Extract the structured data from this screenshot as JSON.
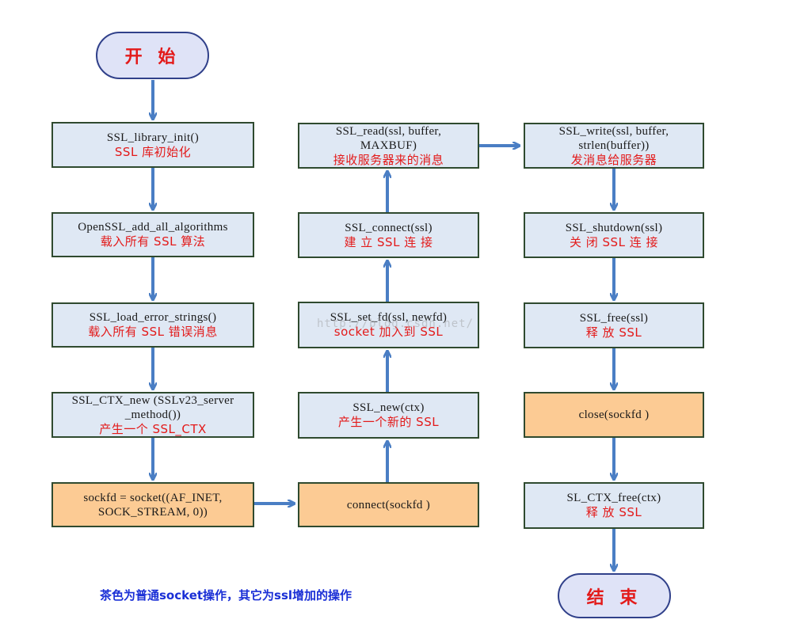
{
  "start_label": "开 始",
  "end_label": "结 束",
  "steps": {
    "library_init": {
      "code": "SSL_library_init()",
      "note": "SSL 库初始化"
    },
    "add_all_algorithms": {
      "code": "OpenSSL_add_all_algorithms",
      "note": "载入所有 SSL 算法"
    },
    "load_error_strings": {
      "code": "SSL_load_error_strings()",
      "note": "载入所有 SSL 错误消息"
    },
    "ctx_new": {
      "code_line1": "SSL_CTX_new (SSLv23_server",
      "code_line2": "_method())",
      "note": "产生一个 SSL_CTX"
    },
    "socket": {
      "code_line1": "sockfd = socket((AF_INET,",
      "code_line2": "SOCK_STREAM, 0))"
    },
    "connect": {
      "code": "connect(sockfd )"
    },
    "ssl_new": {
      "code": "SSL_new(ctx)",
      "note": "产生一个新的 SSL"
    },
    "set_fd": {
      "code": "SSL_set_fd(ssl, newfd)",
      "note": "socket 加入到 SSL"
    },
    "ssl_connect": {
      "code": "SSL_connect(ssl)",
      "note": "建 立 SSL 连 接"
    },
    "ssl_read": {
      "code_line1": "SSL_read(ssl, buffer,",
      "code_line2": "MAXBUF)",
      "note": "接收服务器来的消息"
    },
    "ssl_write": {
      "code_line1": "SSL_write(ssl, buffer,",
      "code_line2": "strlen(buffer))",
      "note": "发消息给服务器"
    },
    "shutdown": {
      "code": "SSL_shutdown(ssl)",
      "note": "关 闭 SSL 连 接"
    },
    "ssl_free": {
      "code": "SSL_free(ssl)",
      "note": "释 放 SSL"
    },
    "close": {
      "code": "close(sockfd )"
    },
    "ctx_free": {
      "code": "SL_CTX_free(ctx)",
      "note": "释 放 SSL"
    }
  },
  "footnote": "茶色为普通socket操作，其它为ssl增加的操作",
  "watermark": "http://blog.csdn.net/",
  "colors": {
    "box_fill": "#dfe8f4",
    "socket_box_fill": "#fccb94",
    "box_border": "#2f4a2f",
    "arrow": "#4a7ec4",
    "note_text": "#e31a1a",
    "footnote_text": "#1a2fd6"
  }
}
